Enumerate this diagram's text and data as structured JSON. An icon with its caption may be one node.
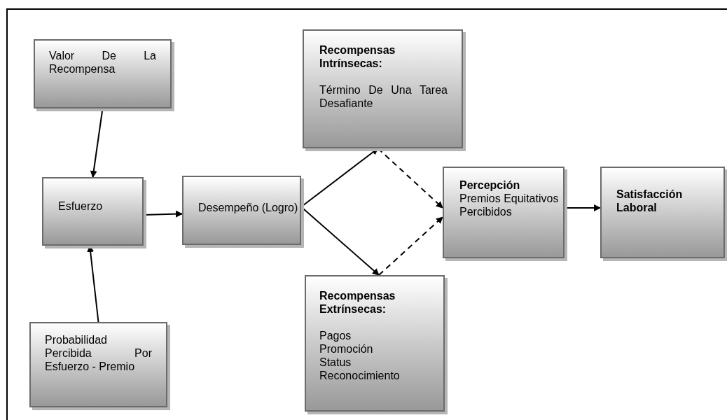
{
  "diagram": {
    "nodes": [
      {
        "text": [
          "Valor De La Recompensa"
        ]
      },
      {
        "text": [
          "Esfuerzo"
        ]
      },
      {
        "text": [
          "Desempeño (Logro)"
        ]
      },
      {
        "text": [
          "Recompensas Intrínsecas:",
          "Término De Una Tarea Desafiante"
        ]
      },
      {
        "text": [
          "Percepción",
          "Premios Equitativos Percibidos"
        ]
      },
      {
        "text": [
          "Satisfacción Laboral"
        ]
      },
      {
        "text": [
          "Recompensas Extrínsecas:",
          "Pagos",
          "Promoción",
          "Status",
          "Reconocimiento"
        ]
      },
      {
        "text": [
          "Probabilidad Percibida Por Esfuerzo - Premio"
        ]
      }
    ],
    "edges": [
      {
        "from": 0,
        "to": 1,
        "arrow": "to"
      },
      {
        "from": 7,
        "to": 1,
        "arrow": "to"
      },
      {
        "from": 1,
        "to": 2,
        "arrow": "to"
      },
      {
        "from": 2,
        "to": 3,
        "arrow": "to"
      },
      {
        "from": 2,
        "to": 6,
        "arrow": "to"
      },
      {
        "from": 3,
        "to": 4,
        "arrow": "to",
        "style": "dashed"
      },
      {
        "from": 6,
        "to": 4,
        "arrow": "to",
        "style": "dashed"
      },
      {
        "from": 4,
        "to": 5,
        "arrow": "to"
      }
    ]
  }
}
